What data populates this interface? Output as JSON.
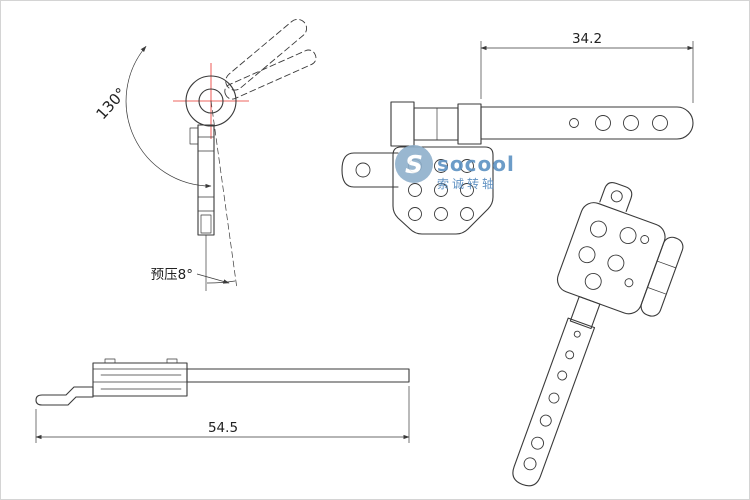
{
  "drawing": {
    "title": "hinge-engineering-drawing",
    "views": {
      "rotation": {
        "open_angle": "130°",
        "preload": "预压8°"
      },
      "top": {
        "width_dim": "34.2"
      },
      "profile": {
        "length_dim": "54.5"
      }
    }
  },
  "colors": {
    "line": "#3a3a3a",
    "centerline_red": "#e8302a"
  },
  "watermark": {
    "logo_letter": "S",
    "brand": "socool",
    "brand_cn": "索诚转轴",
    "circle_color": "#8fb0cc",
    "brand_color": "#5d92c3",
    "brand_cn_color": "#4f86bc"
  }
}
